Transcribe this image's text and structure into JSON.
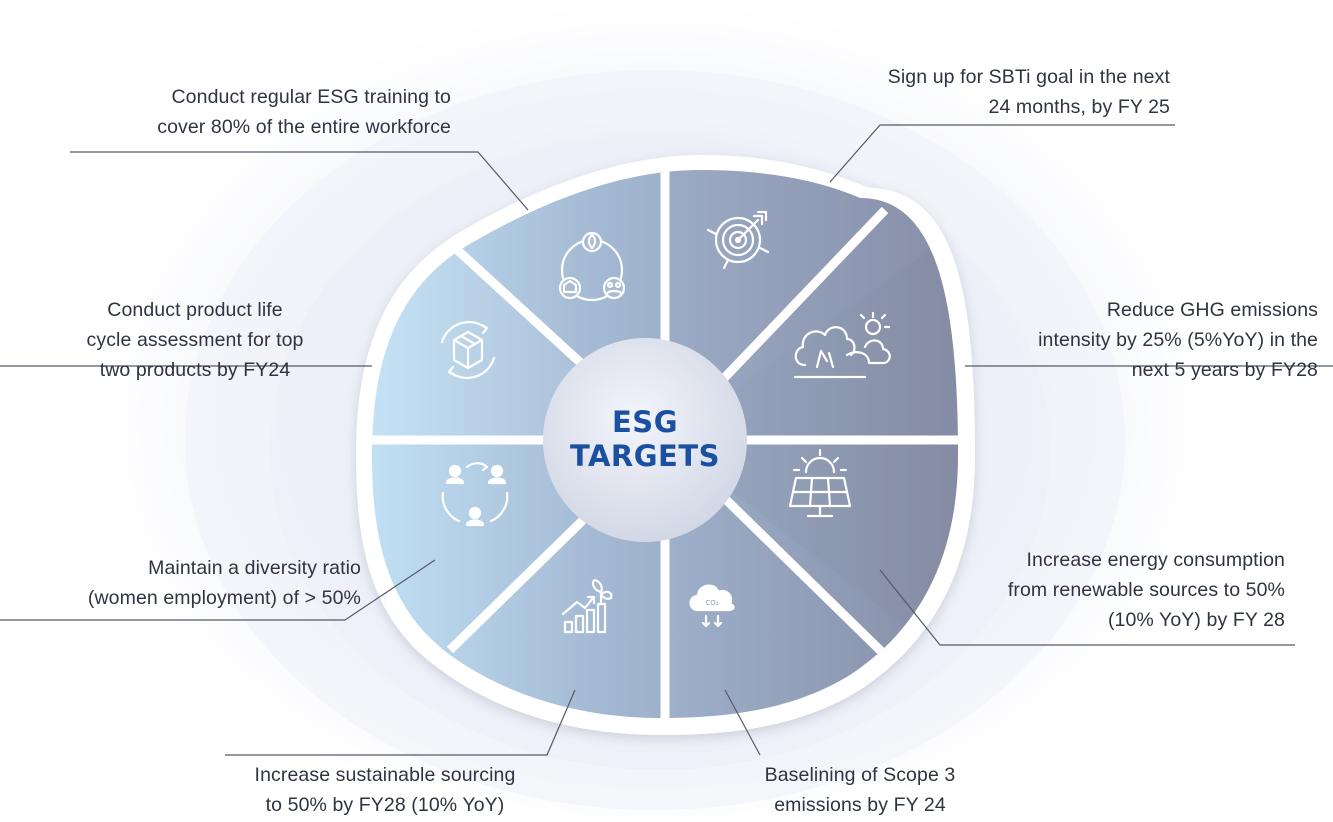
{
  "center": {
    "line1": "ESG",
    "line2": "TARGETS"
  },
  "targets": [
    {
      "lines": [
        "Sign up for SBTi goal in the next",
        "24 months, by FY 25"
      ],
      "icon": "target-icon"
    },
    {
      "lines": [
        "Reduce GHG emissions",
        "intensity by 25% (5%YoY) in the",
        "next 5 years by FY28"
      ],
      "icon": "weather-cloud-sun-icon"
    },
    {
      "lines": [
        "Increase energy consumption",
        "from renewable sources to 50%",
        "(10% YoY) by FY 28"
      ],
      "icon": "solar-panel-icon"
    },
    {
      "lines": [
        "Baselining of Scope 3",
        "emissions by FY 24"
      ],
      "icon": "co2-cloud-icon",
      "icon_text": "CO₂"
    },
    {
      "lines": [
        "Increase sustainable sourcing",
        "to 50% by FY28 (10% YoY)"
      ],
      "icon": "growth-chart-plant-icon"
    },
    {
      "lines": [
        "Maintain a diversity ratio",
        "(women employment) of > 50%"
      ],
      "icon": "diversity-people-icon"
    },
    {
      "lines": [
        "Conduct product life",
        "cycle assessment for top",
        "two products by FY24"
      ],
      "icon": "product-box-cycle-icon"
    },
    {
      "lines": [
        "Conduct regular ESG training to",
        "cover 80% of the entire workforce"
      ],
      "icon": "community-training-icon"
    }
  ],
  "colors": {
    "title": "#1b4fa0",
    "text": "#2e3440",
    "line": "#4a4a4a"
  }
}
